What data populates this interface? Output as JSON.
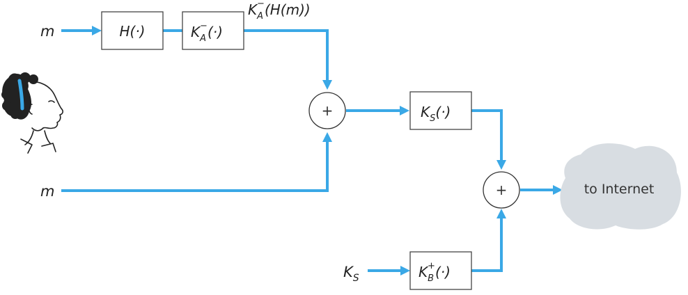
{
  "inputs": {
    "message_top": "m",
    "message_bottom": "m",
    "session_key": "K",
    "session_key_sub": "S"
  },
  "blocks": {
    "hash": "H(·)",
    "private_key_main": "K",
    "private_key_sub": "A",
    "private_key_sup": "−",
    "private_key_arg": "(·)",
    "session_main": "K",
    "session_sub": "S",
    "session_arg": "(·)",
    "public_key_main": "K",
    "public_key_sub": "B",
    "public_key_sup": "+",
    "public_key_arg": "(·)"
  },
  "signature_label": {
    "main": "K",
    "sub": "A",
    "sup": "−",
    "arg": "(H(m))"
  },
  "operators": {
    "plus": "+"
  },
  "cloud": {
    "label": "to Internet"
  },
  "colors": {
    "wire": "#3aa8e6",
    "cloud": "#d8dde2"
  }
}
